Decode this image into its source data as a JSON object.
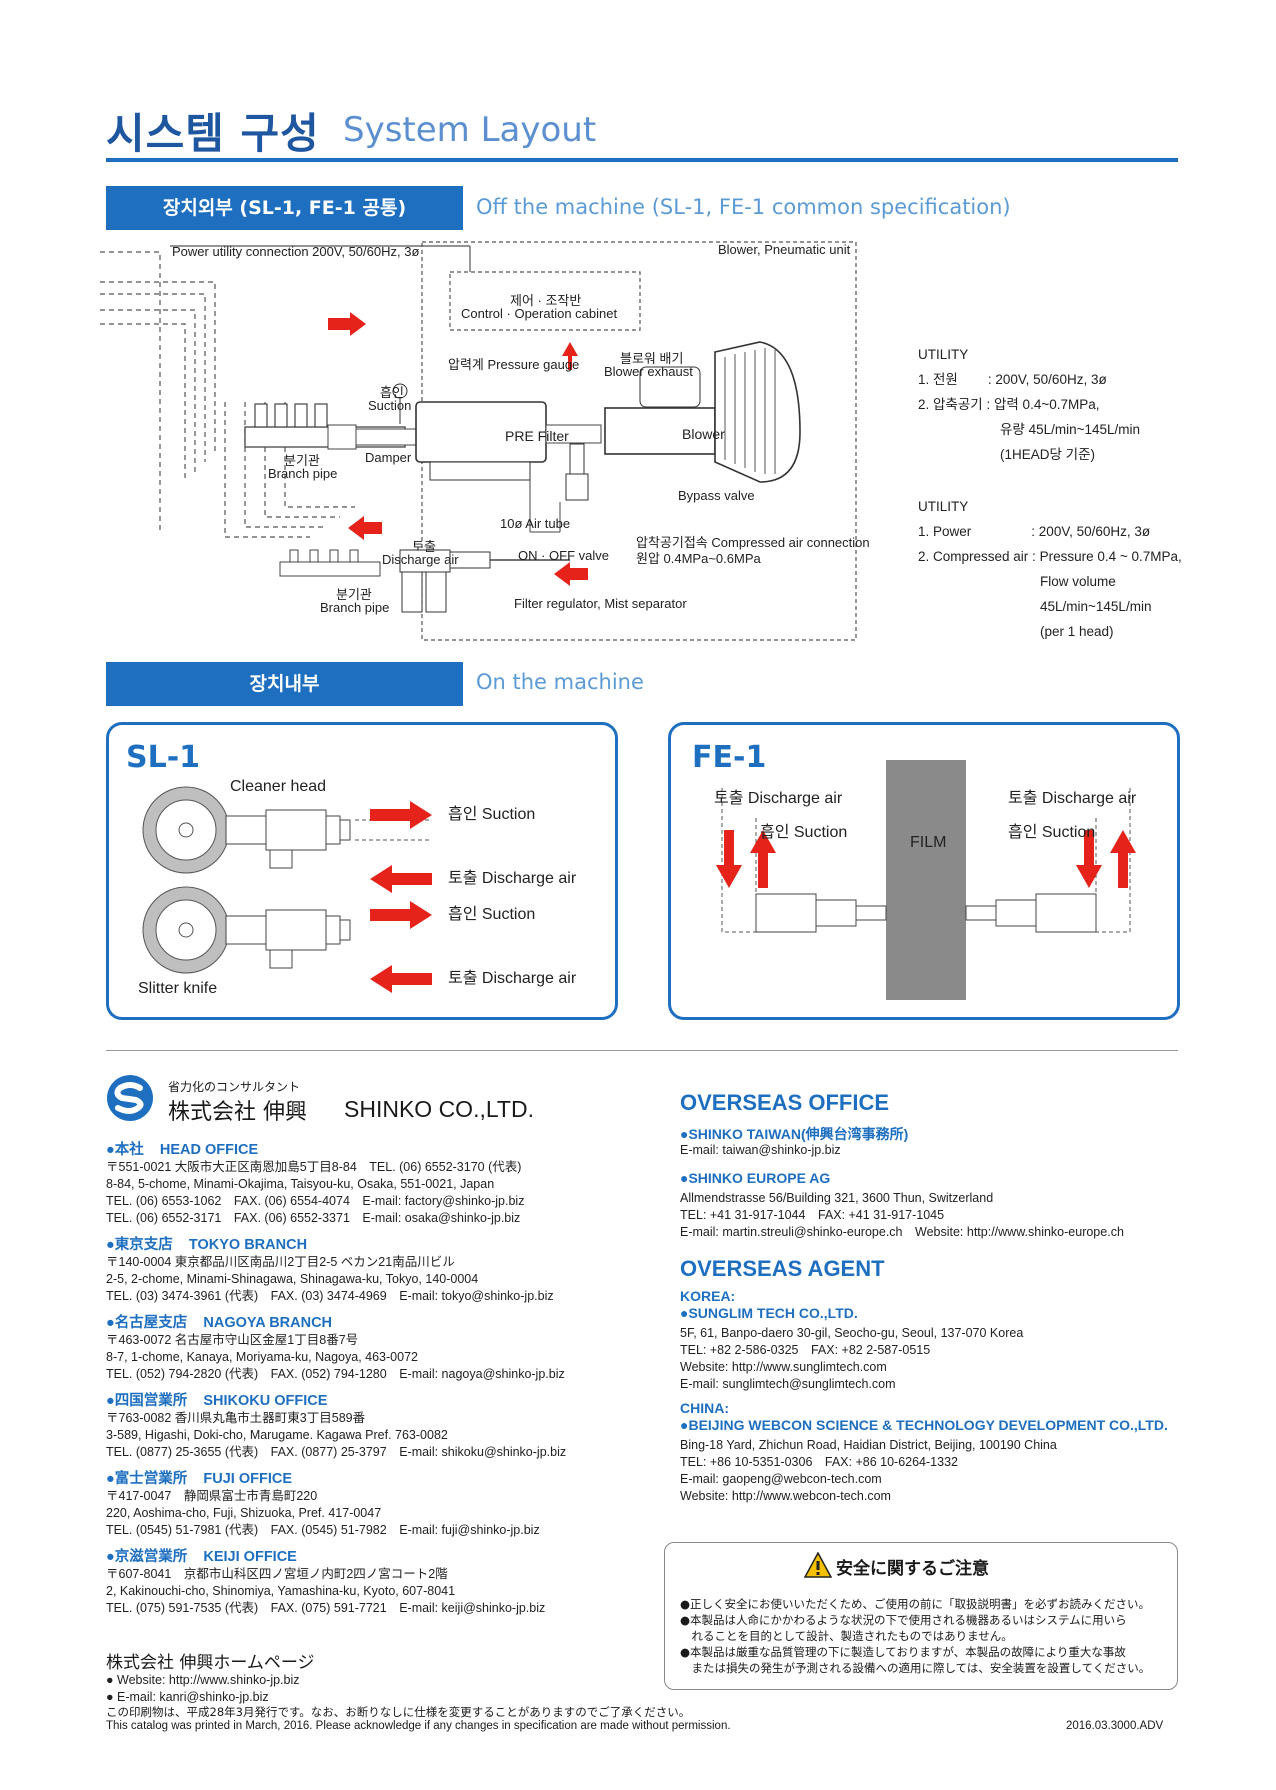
{
  "header": {
    "title_ko": "시스템 구성",
    "title_en": "System Layout"
  },
  "section1": {
    "label_ko": "장치외부 (SL-1, FE-1 공통)",
    "label_en": "Off the machine (SL-1, FE-1 common specification)"
  },
  "diagram": {
    "power": "Power utility connection 200V, 50/60Hz, 3ø",
    "blower_unit": "Blower, Pneumatic unit",
    "cabinet_ko": "제어 · 조작반",
    "cabinet_en": "Control · Operation cabinet",
    "pressure_gauge": "압력계 Pressure gauge",
    "blower_exhaust_ko": "블로워 배기",
    "blower_exhaust_en": "Blower exhaust",
    "suction_ko": "흡인",
    "suction_en": "Suction",
    "prefilter": "PRE Filter",
    "blower": "Blower",
    "branch_pipe_ko": "분기관",
    "branch_pipe_en": "Branch pipe",
    "damper": "Damper",
    "bypass": "Bypass valve",
    "air_tube": "10ø Air tube",
    "discharge_ko": "토출",
    "discharge_en": "Discharge air",
    "on_off": "ON · OFF valve",
    "compressed_1": "압착공기접속 Compressed air connection",
    "compressed_2": "원압 0.4MPa~0.6MPa",
    "branch_pipe2_ko": "분기관",
    "branch_pipe2_en": "Branch pipe",
    "filter_reg": "Filter regulator, Mist separator"
  },
  "utility_ko": {
    "title": "UTILITY",
    "l1a": "1. 전원",
    "l1b": ": 200V, 50/60Hz, 3ø",
    "l2a": "2. 압축공기 :",
    "l2b": "압력 0.4~0.7MPa,",
    "l3": "유량 45L/min~145L/min",
    "l4": "(1HEAD당 기준)"
  },
  "utility_en": {
    "title": "UTILITY",
    "l1a": "1. Power",
    "l1b": ": 200V, 50/60Hz, 3ø",
    "l2a": "2. Compressed air :",
    "l2b": "Pressure 0.4 ~ 0.7MPa,",
    "l3": "Flow volume",
    "l4": "45L/min~145L/min",
    "l5": "(per 1 head)"
  },
  "section2": {
    "label_ko": "장치내부",
    "label_en": "On the machine"
  },
  "sl1": {
    "title": "SL-1",
    "cleaner_head": "Cleaner head",
    "suction1": "흡인 Suction",
    "discharge1": "토출 Discharge air",
    "suction2": "흡인 Suction",
    "discharge2": "토출 Discharge air",
    "slitter": "Slitter knife"
  },
  "fe1": {
    "title": "FE-1",
    "discharge_l": "토출 Discharge air",
    "suction_l": "흡인 Suction",
    "film": "FILM",
    "discharge_r": "토출 Discharge air",
    "suction_r": "흡인 Suction"
  },
  "company": {
    "tagline": "省力化のコンサルタント",
    "name_jp": "株式会社 伸興",
    "name_en": "SHINKO CO.,LTD."
  },
  "offices": [
    {
      "jp": "●本社",
      "en": "HEAD OFFICE",
      "lines": [
        "〒551-0021 大阪市大正区南恩加島5丁目8-84　TEL. (06) 6552-3170 (代表)",
        "8-84, 5-chome, Minami-Okajima, Taisyou-ku, Osaka, 551-0021, Japan",
        "TEL. (06) 6553-1062　FAX. (06) 6554-4074　E-mail: factory@shinko-jp.biz",
        "TEL. (06) 6552-3171　FAX. (06) 6552-3371　E-mail: osaka@shinko-jp.biz"
      ]
    },
    {
      "jp": "●東京支店",
      "en": "TOKYO BRANCH",
      "lines": [
        "〒140-0004 東京都品川区南品川2丁目2-5 ベカン21南品川ビル",
        "2-5, 2-chome, Minami-Shinagawa, Shinagawa-ku, Tokyo, 140-0004",
        "TEL. (03) 3474-3961 (代表)　FAX. (03) 3474-4969　E-mail: tokyo@shinko-jp.biz"
      ]
    },
    {
      "jp": "●名古屋支店",
      "en": "NAGOYA BRANCH",
      "lines": [
        "〒463-0072 名古屋市守山区金屋1丁目8番7号",
        "8-7, 1-chome, Kanaya, Moriyama-ku, Nagoya, 463-0072",
        "TEL. (052) 794-2820 (代表)　FAX. (052) 794-1280　E-mail: nagoya@shinko-jp.biz"
      ]
    },
    {
      "jp": "●四国営業所",
      "en": "SHIKOKU OFFICE",
      "lines": [
        "〒763-0082 香川県丸亀市土器町東3丁目589番",
        "3-589, Higashi, Doki-cho, Marugame. Kagawa Pref. 763-0082",
        "TEL. (0877) 25-3655 (代表)　FAX. (0877) 25-3797　E-mail: shikoku@shinko-jp.biz"
      ]
    },
    {
      "jp": "●富士営業所",
      "en": "FUJI OFFICE",
      "lines": [
        "〒417-0047　静岡県富士市青島町220",
        "220, Aoshima-cho, Fuji, Shizuoka, Pref. 417-0047",
        "TEL. (0545) 51-7981 (代表)　FAX. (0545) 51-7982　E-mail: fuji@shinko-jp.biz"
      ]
    },
    {
      "jp": "●京滋営業所",
      "en": "KEIJI OFFICE",
      "lines": [
        "〒607-8041　京都市山科区四ノ宮垣ノ内町2四ノ宮コート2階",
        "2, Kakinouchi-cho, Shinomiya, Yamashina-ku, Kyoto, 607-8041",
        "TEL. (075) 591-7535 (代表)　FAX. (075) 591-7721　E-mail: keiji@shinko-jp.biz"
      ]
    }
  ],
  "homepage": {
    "title": "株式会社 伸興ホームページ",
    "web": "● Website: http://www.shinko-jp.biz",
    "mail": "● E-mail: kanri@shinko-jp.biz"
  },
  "overseas_office": {
    "title": "OVERSEAS OFFICE",
    "taiwan_h": "●SHINKO TAIWAN(伸興台湾事務所)",
    "taiwan_l1": "E-mail: taiwan@shinko-jp.biz",
    "europe_h": "●SHINKO EUROPE AG",
    "europe_l1": "Allmendstrasse 56/Building 321, 3600 Thun, Switzerland",
    "europe_l2": "TEL: +41 31-917-1044　FAX: +41 31-917-1045",
    "europe_l3": "E-mail: martin.streuli@shinko-europe.ch　Website: http://www.shinko-europe.ch"
  },
  "overseas_agent": {
    "title": "OVERSEAS AGENT",
    "korea": "KOREA:",
    "korea_h": "●SUNGLIM TECH CO.,LTD.",
    "korea_l1": "5F, 61, Banpo-daero 30-gil, Seocho-gu, Seoul, 137-070 Korea",
    "korea_l2": "TEL: +82 2-586-0325　FAX: +82 2-587-0515",
    "korea_l3": "Website: http://www.sunglimtech.com",
    "korea_l4": "E-mail: sunglimtech@sunglimtech.com",
    "china": "CHINA:",
    "china_h": "●BEIJING WEBCON SCIENCE & TECHNOLOGY DEVELOPMENT CO.,LTD.",
    "china_l1": "Bing-18 Yard, Zhichun Road, Haidian District, Beijing, 100190 China",
    "china_l2": "TEL: +86 10-5351-0306　FAX: +86 10-6264-1332",
    "china_l3": "E-mail: gaopeng@webcon-tech.com",
    "china_l4": "Website: http://www.webcon-tech.com"
  },
  "safety": {
    "title": "安全に関するご注意",
    "l1": "●正しく安全にお使いいただくため、ご使用の前に「取扱説明書」を必ずお読みください。",
    "l2": "●本製品は人命にかかわるような状況の下で使用される機器あるいはシステムに用いら",
    "l3": "　れることを目的として設計、製造されたものではありません。",
    "l4": "●本製品は厳重な品質管理の下に製造しておりますが、本製品の故障により重大な事故",
    "l5": "　または損失の発生が予測される設備への適用に際しては、安全装置を設置してください。"
  },
  "footer": {
    "jp": "この印刷物は、平成28年3月発行です。なお、お断りなしに仕様を変更することがありますのでご了承ください。",
    "en": "This catalog was printed in March, 2016. Please acknowledge if any changes in specification are made without permission.",
    "code": "2016.03.3000.ADV"
  },
  "colors": {
    "accent": "#1e6fc0",
    "arrow": "#e5231b",
    "film": "#8a8a8a"
  }
}
